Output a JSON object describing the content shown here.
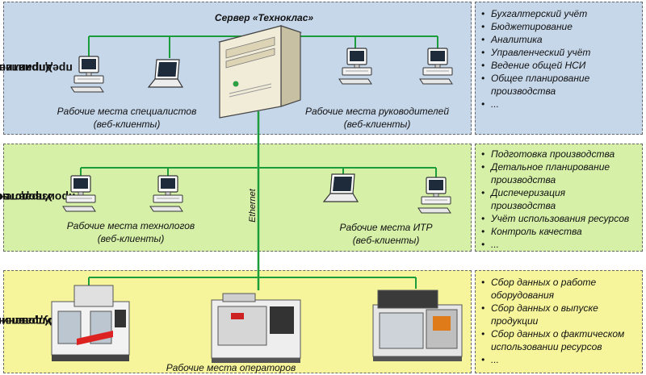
{
  "server": {
    "title": "Сервер «Техноклас»"
  },
  "network": {
    "label": "Ethernet"
  },
  "colors": {
    "top_band": "#c7d7ea",
    "mid_band": "#d6f0a8",
    "bottom_band": "#f6f59b",
    "line": "#1a9d3a"
  },
  "enterprise": {
    "label_line1": "Управление",
    "label_line2": "предприятием",
    "specialists_line1": "Рабочие места специалистов",
    "specialists_line2": "(веб-клиенты)",
    "managers_line1": "Рабочие места руководителей",
    "managers_line2": "(веб-клиенты)",
    "items": [
      "Бухгалтерский учёт",
      "Бюджетирование",
      "Аналитика",
      "Управленческий учёт",
      "Ведение общей НСИ",
      "Общее планирование",
      "производства",
      "..."
    ]
  },
  "production": {
    "label_line1": "Управление",
    "label_line2": "производством",
    "technologists_line1": "Рабочие места технологов",
    "technologists_line2": "(веб-клиенты)",
    "itr_line1": "Рабочие места ИТР",
    "itr_line2": "(веб-клиенты)",
    "items": [
      "Подготовка производства",
      "Детальное планирование",
      "производства",
      "Диспечеризация",
      "производства",
      "Учёт использования ресурсов",
      "Контроль качества",
      "..."
    ]
  },
  "equipment": {
    "label_line1": "Управление",
    "label_line2": "оборудованием",
    "operators": "Рабочие места операторов",
    "items": [
      "Сбор данных о работе",
      "оборудования",
      "Сбор данных о выпуске",
      "продукции",
      "Сбор данных о фактическом",
      "использовании ресурсов",
      "..."
    ]
  }
}
